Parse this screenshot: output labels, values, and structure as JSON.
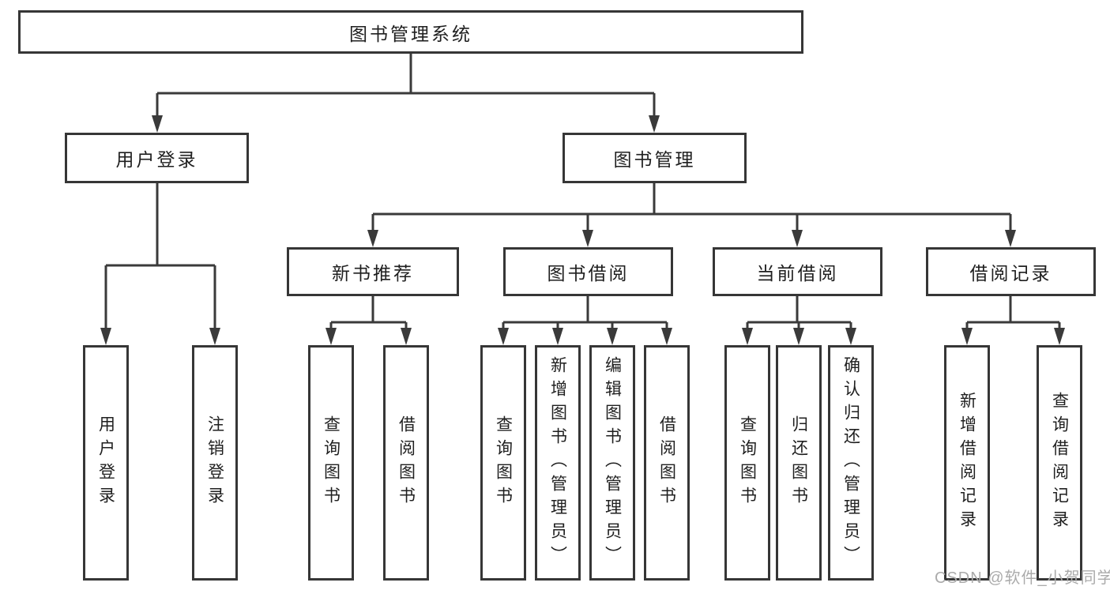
{
  "colors": {
    "line": "#3a3a3a",
    "box-border": "#363636",
    "text": "#1f1f1f",
    "watermark": "#ababab",
    "bg": "#ffffff"
  },
  "watermark": {
    "text": "CSDN @软件_小贺同学"
  },
  "tree": {
    "root": {
      "label": "图书管理系统"
    },
    "children": [
      {
        "label": "用户登录",
        "children": [
          {
            "label": "用户登录"
          },
          {
            "label": "注销登录"
          }
        ]
      },
      {
        "label": "图书管理",
        "children": [
          {
            "label": "新书推荐",
            "children": [
              {
                "label": "查询图书"
              },
              {
                "label": "借阅图书"
              }
            ]
          },
          {
            "label": "图书借阅",
            "children": [
              {
                "label": "查询图书"
              },
              {
                "label": "新增图书（管理员）"
              },
              {
                "label": "编辑图书（管理员）"
              },
              {
                "label": "借阅图书"
              }
            ]
          },
          {
            "label": "当前借阅",
            "children": [
              {
                "label": "查询图书"
              },
              {
                "label": "归还图书"
              },
              {
                "label": "确认归还（管理员）"
              }
            ]
          },
          {
            "label": "借阅记录",
            "children": [
              {
                "label": "新增借阅记录"
              },
              {
                "label": "查询借阅记录"
              }
            ]
          }
        ]
      }
    ]
  }
}
